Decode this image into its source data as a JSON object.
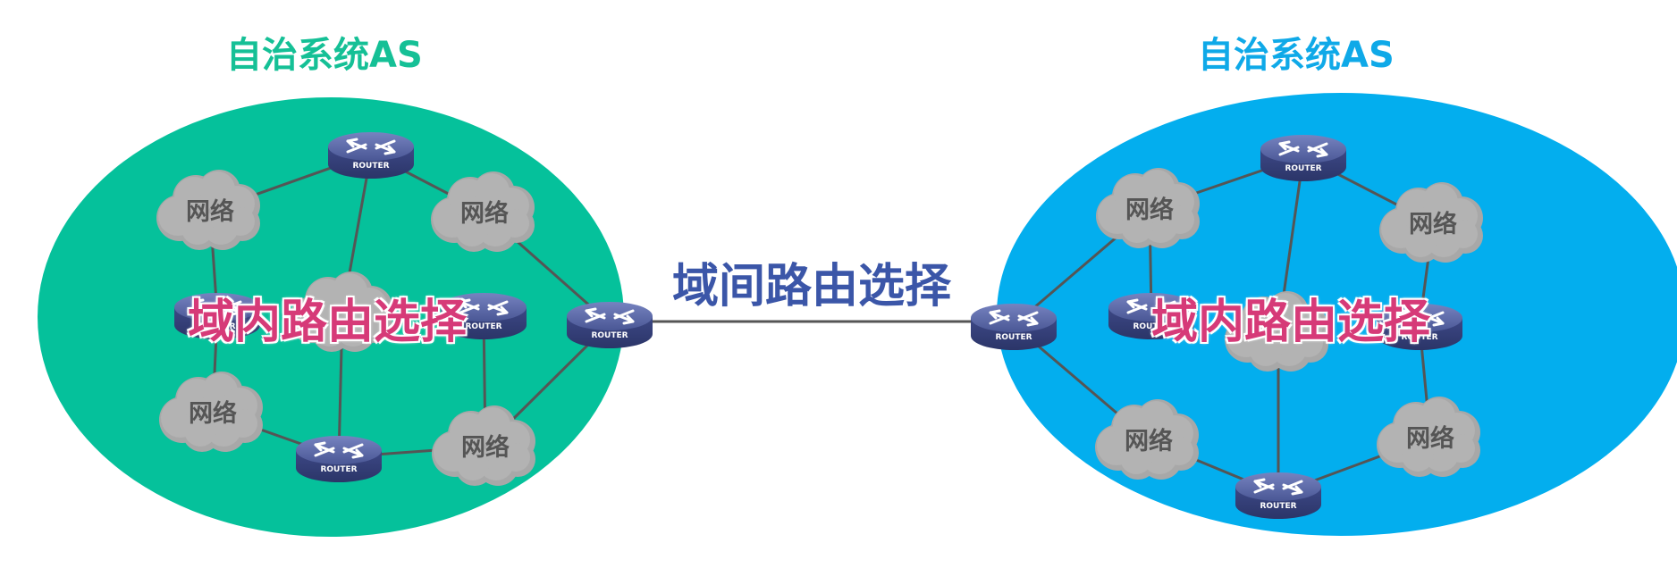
{
  "colors": {
    "left_as": "#05c19b",
    "right_as": "#03aeee",
    "left_title": "#15c096",
    "right_title": "#0fa9e8",
    "router": "#4f5c9a",
    "link": "#555555"
  },
  "left_as": {
    "title": "自治系统AS",
    "intra_label": "域内路由选择",
    "networks": [
      "网络",
      "网络",
      "网络",
      "网络"
    ],
    "routers": [
      "ROUTER",
      "ROUTER",
      "ROUTER",
      "ROUTER",
      "ROUTER"
    ]
  },
  "right_as": {
    "title": "自治系统AS",
    "intra_label": "域内路由选择",
    "networks": [
      "网络",
      "网络",
      "网络",
      "网络"
    ],
    "routers": [
      "ROUTER",
      "ROUTER",
      "ROUTER",
      "ROUTER",
      "ROUTER"
    ]
  },
  "inter_label": "域间路由选择"
}
